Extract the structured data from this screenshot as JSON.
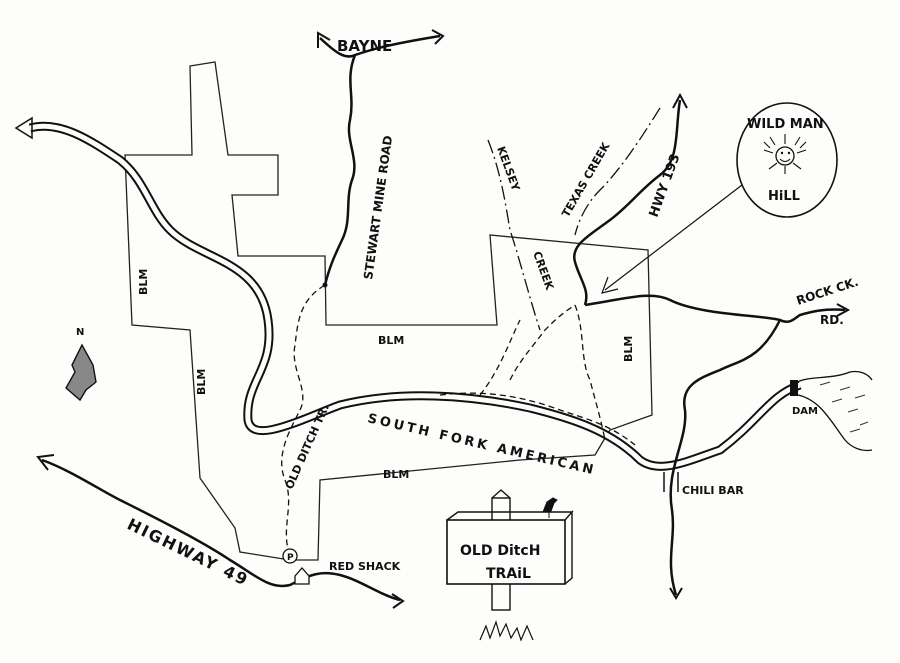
{
  "labels": {
    "bayne": "BAYNE",
    "stewart_mine_road": "STEWART MINE ROAD",
    "kelsey_creek_top": "KELSEY",
    "kelsey_creek_bottom": "CREEK",
    "texas_creek": "TEXAS CREEK",
    "hwy_193": "HWY 193",
    "wild_man_hill_top": "WILD MAN",
    "wild_man_hill_bottom": "HiLL",
    "rock_ck_rd_top": "ROCK CK.",
    "rock_ck_rd_bottom": "RD.",
    "blm_west_upper": "BLM",
    "blm_west_lower": "BLM",
    "blm_center": "BLM",
    "blm_east": "BLM",
    "blm_south": "BLM",
    "north": "N",
    "old_ditch_tr": "OLD DITCH TR.",
    "south_fork_american": "SOUTH FORK AMERICAN",
    "dam": "DAM",
    "chili_bar": "CHILI BAR",
    "highway_49": "HIGHWAY 49",
    "parking": "P",
    "red_shack": "RED SHACK",
    "sign_line1": "OLD DitcH",
    "sign_line2": "TRAiL"
  },
  "colors": {
    "ink": "#111111",
    "paper": "#fdfdfb"
  }
}
